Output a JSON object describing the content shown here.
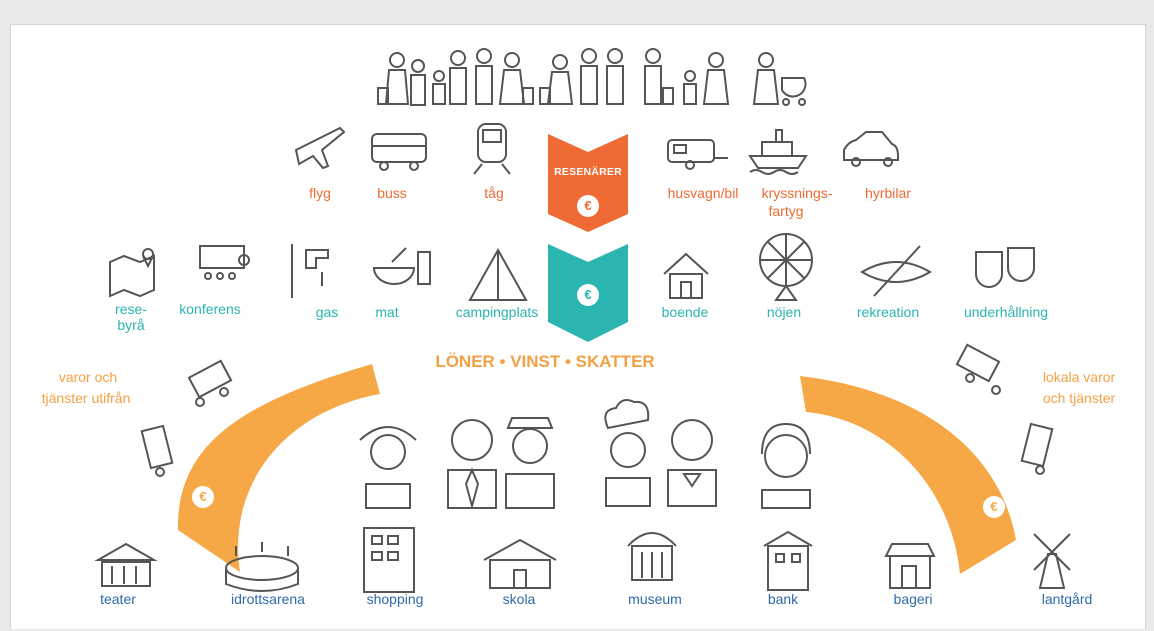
{
  "center": {
    "travelers_label": "RESENÄRER",
    "flow_text": "LÖNER • VINST • SKATTER",
    "euro_symbol": "€"
  },
  "transport": {
    "flight": "flyg",
    "bus": "buss",
    "train": "tåg",
    "caravan": "husvagn/bil",
    "cruise_line1": "kryssnings-",
    "cruise_line2": "fartyg",
    "rental": "hyrbilar"
  },
  "services": {
    "agency_line1": "rese-",
    "agency_line2": "byrå",
    "conference": "konferens",
    "gas": "gas",
    "food": "mat",
    "camping": "campingplats",
    "lodging": "boende",
    "amusement": "nöjen",
    "recreation": "rekreation",
    "entertainment": "underhållning"
  },
  "flows": {
    "left_line1": "varor och",
    "left_line2": "tjänster utifrån",
    "right_line1": "lokala varor",
    "right_line2": "och tjänster"
  },
  "places": {
    "theatre": "teater",
    "arena": "idrottsarena",
    "shopping": "shopping",
    "school": "skola",
    "museum": "museum",
    "bank": "bank",
    "bakery": "bageri",
    "farm": "lantgård"
  },
  "colors": {
    "orange": "#ef6a34",
    "teal": "#2bb5b0",
    "gold": "#f6a847",
    "blue": "#2e6aa8",
    "icon_gray": "#555555"
  }
}
